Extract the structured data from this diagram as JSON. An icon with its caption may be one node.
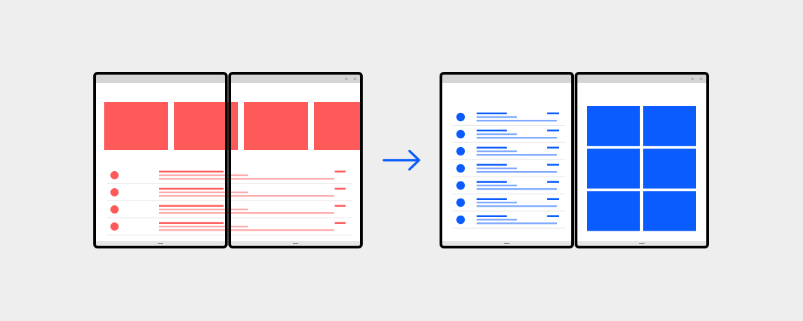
{
  "diagram": {
    "nodes": [
      {
        "text": [],
        "shape": "picture"
      },
      {
        "text": [],
        "shape": "picture"
      }
    ],
    "edges": [
      {
        "from": 0,
        "to": 1,
        "arrow": "to",
        "color": "#0a5cff"
      }
    ]
  }
}
